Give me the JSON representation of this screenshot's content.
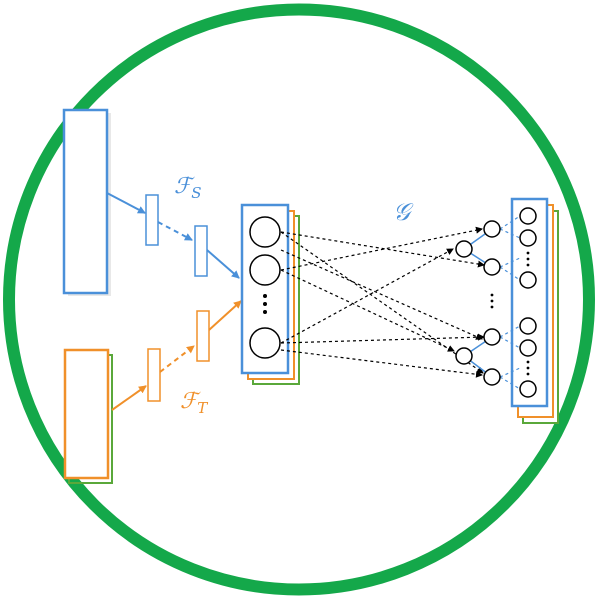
{
  "labels": {
    "fs_main": "ℱ",
    "fs_sub": "S",
    "ft_main": "ℱ",
    "ft_sub": "T",
    "g": "𝒢"
  },
  "colors": {
    "ring": "#14a84a",
    "source": "#4a90d9",
    "target": "#f0902a",
    "stack_green": "#5aa83a",
    "stack_orange": "#f0902a",
    "node_stroke": "#000000",
    "dashed_link": "#000000"
  },
  "ellipsis": "⋮"
}
